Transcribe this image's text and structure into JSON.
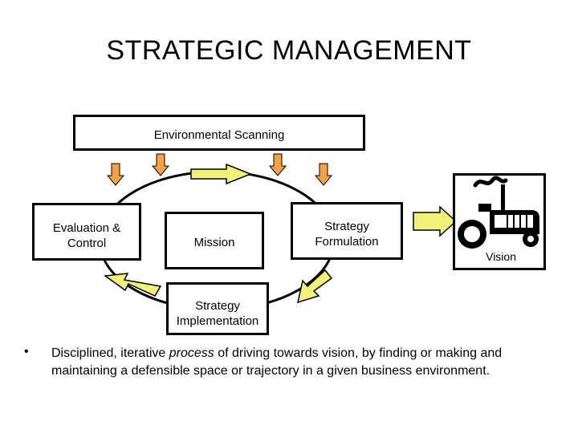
{
  "title": "STRATEGIC MANAGEMENT",
  "boxes": {
    "environmental_scanning": "Environmental Scanning",
    "evaluation_control": "Evaluation & Control",
    "mission": "Mission",
    "strategy_formulation": "Strategy Formulation",
    "strategy_implementation": "Strategy Implementation",
    "vision": "Vision"
  },
  "colors": {
    "down_arrow": "#f5a246",
    "cycle_arrow": "#f2f279"
  },
  "icons": [
    "tractor-icon"
  ],
  "description": {
    "bullet": "•",
    "text_before": "Disciplined, iterative ",
    "text_emphasis": "process",
    "text_after": " of driving towards vision, by finding or making and maintaining a defensible space or trajectory in a given business environment."
  }
}
